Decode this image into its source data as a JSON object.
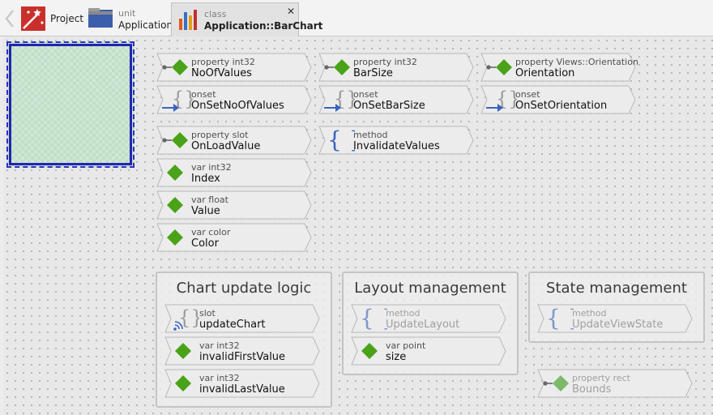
{
  "breadcrumb": {
    "back_icon": "chevron-left-icon",
    "project": {
      "icon": "project-wand-icon",
      "name": "Project"
    },
    "unit": {
      "icon": "unit-folder-icon",
      "kind": "unit",
      "name": "Application"
    },
    "class": {
      "icon": "bar-chart-class-icon",
      "kind": "class",
      "name": "Application::BarChart",
      "close": "✕"
    }
  },
  "colors": {
    "diamond": "#4aa219",
    "onset_arrow": "#3a64c0",
    "brace_blue": "#3b63b8",
    "view_border": "#2d2fc8"
  },
  "members": {
    "no_of_values": {
      "kind": "property int32",
      "name": "NoOfValues"
    },
    "bar_size": {
      "kind": "property int32",
      "name": "BarSize"
    },
    "orientation": {
      "kind": "property Views::Orientation",
      "name": "Orientation"
    },
    "on_set_no_of_values": {
      "kind": "onset",
      "name": "OnSetNoOfValues"
    },
    "on_set_bar_size": {
      "kind": "onset",
      "name": "OnSetBarSize"
    },
    "on_set_orientation": {
      "kind": "onset",
      "name": "OnSetOrientation"
    },
    "on_load_value": {
      "kind": "property slot",
      "name": "OnLoadValue"
    },
    "invalidate_values": {
      "kind": "method",
      "name": "InvalidateValues"
    },
    "index": {
      "kind": "var int32",
      "name": "Index"
    },
    "value": {
      "kind": "var float",
      "name": "Value"
    },
    "color": {
      "kind": "var color",
      "name": "Color"
    },
    "update_chart": {
      "kind": "slot",
      "name": "updateChart"
    },
    "invalid_first_value": {
      "kind": "var int32",
      "name": "invalidFirstValue"
    },
    "invalid_last_value": {
      "kind": "var int32",
      "name": "invalidLastValue"
    },
    "update_layout": {
      "kind": "method",
      "name": "UpdateLayout"
    },
    "size": {
      "kind": "var point",
      "name": "size"
    },
    "update_view_state": {
      "kind": "method",
      "name": "UpdateViewState"
    },
    "bounds": {
      "kind": "property rect",
      "name": "Bounds"
    }
  },
  "groups": {
    "chart_update": {
      "title": "Chart update logic"
    },
    "layout": {
      "title": "Layout management"
    },
    "state": {
      "title": "State management"
    }
  }
}
